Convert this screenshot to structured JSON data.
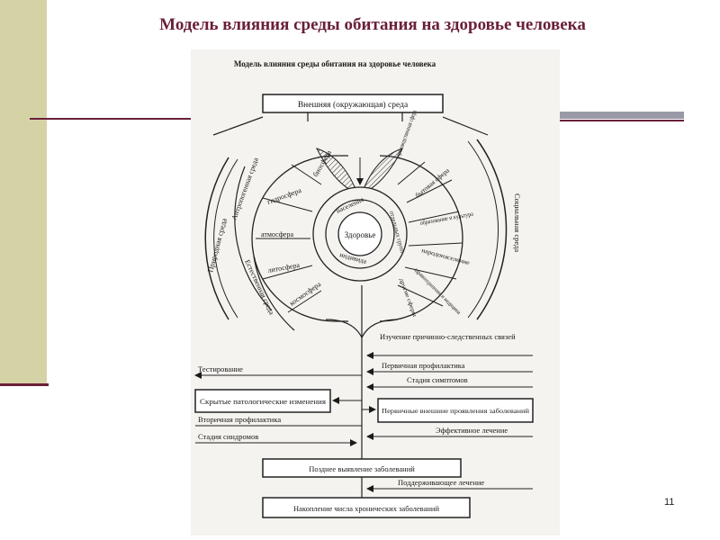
{
  "slide": {
    "title": "Модель влияния среды обитания на здоровье человека",
    "page_number": "11"
  },
  "diagram": {
    "header": "Модель влияния среды обитания на здоровье человека",
    "top_box": "Внешняя (окружающая) среда",
    "center": "Здоровье",
    "inner_ring": [
      "населения",
      "отдельных групп",
      "индивида"
    ],
    "left_sectors": [
      "биосфера",
      "гидросфера",
      "атмосфера",
      "литосфера",
      "космосфера"
    ],
    "right_sectors": [
      "производственная сфера",
      "бытовая сфера",
      "образование и культура",
      "народонаселение",
      "здравоохранение и медицина",
      "другие сферы"
    ],
    "left_arcs": [
      "Природная среда",
      "Антропогенная среда",
      "Естественная среда"
    ],
    "right_arc": "Социальная среда",
    "flow": {
      "study": "Изучение причинно-следственных связей",
      "testing": "Тестирование",
      "primary_prevention": "Первичная профилактика",
      "symptom_stage": "Стадия симптомов",
      "hidden_changes": "Скрытые патологические изменения",
      "primary_manifestations": "Первичные внешние проявления заболеваний",
      "secondary_prevention": "Вторичная профилактика",
      "effective_treatment": "Эффективное лечение",
      "syndrome_stage": "Стадия синдромов",
      "late_detection": "Позднее выявление заболеваний",
      "supportive_treatment": "Поддерживающее лечение",
      "chronic_accumulation": "Накопление числа хронических заболеваний"
    }
  }
}
